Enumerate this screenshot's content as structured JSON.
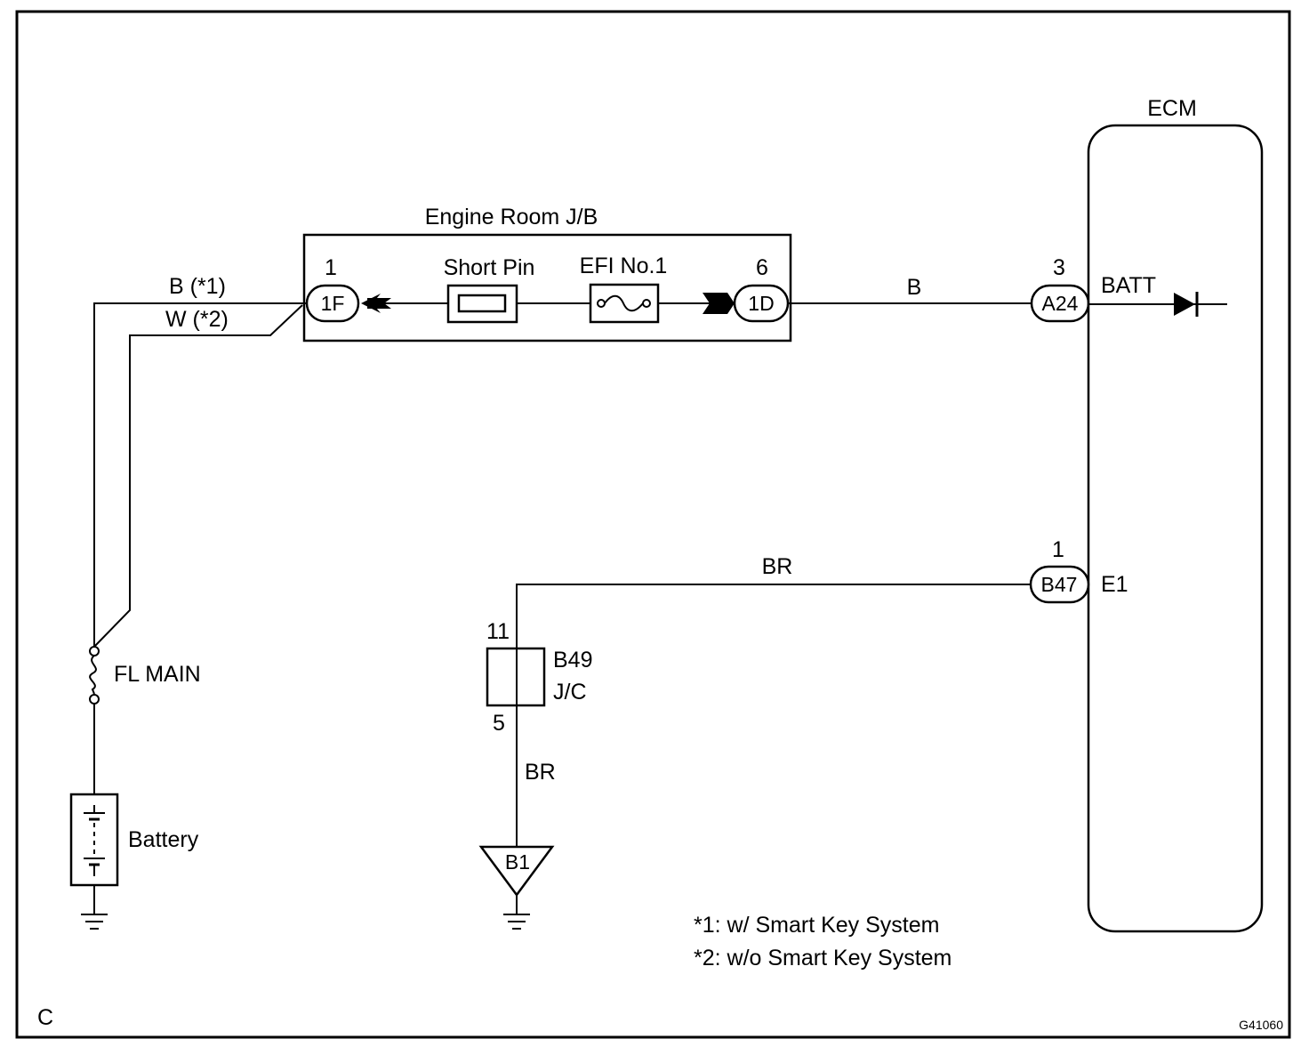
{
  "diagram": {
    "corner_letter": "C",
    "figure_id": "G41060",
    "notes": [
      "*1: w/ Smart Key System",
      "*2: w/o Smart Key System"
    ],
    "ecm": {
      "title": "ECM",
      "batt_terminal": "BATT",
      "ground_terminal": "E1"
    },
    "junction_block": {
      "title": "Engine Room J/B",
      "short_pin": "Short Pin",
      "fuse": "EFI No.1",
      "left_pin": "1",
      "left_connector": "1F",
      "right_pin": "6",
      "right_connector": "1D"
    },
    "wires": {
      "b1": "B (*1)",
      "w2": "W (*2)",
      "jb_to_ecm": "B",
      "ecm_ground": "BR",
      "jc_to_ground": "BR"
    },
    "connectors": {
      "a24": {
        "pin": "3",
        "id": "A24"
      },
      "b47": {
        "pin": "1",
        "id": "B47"
      }
    },
    "junction_connector": {
      "id": "B49",
      "type": "J/C",
      "pin_top": "11",
      "pin_bottom": "5"
    },
    "fusible_link": "FL MAIN",
    "battery": "Battery",
    "ground_point": "B1"
  }
}
